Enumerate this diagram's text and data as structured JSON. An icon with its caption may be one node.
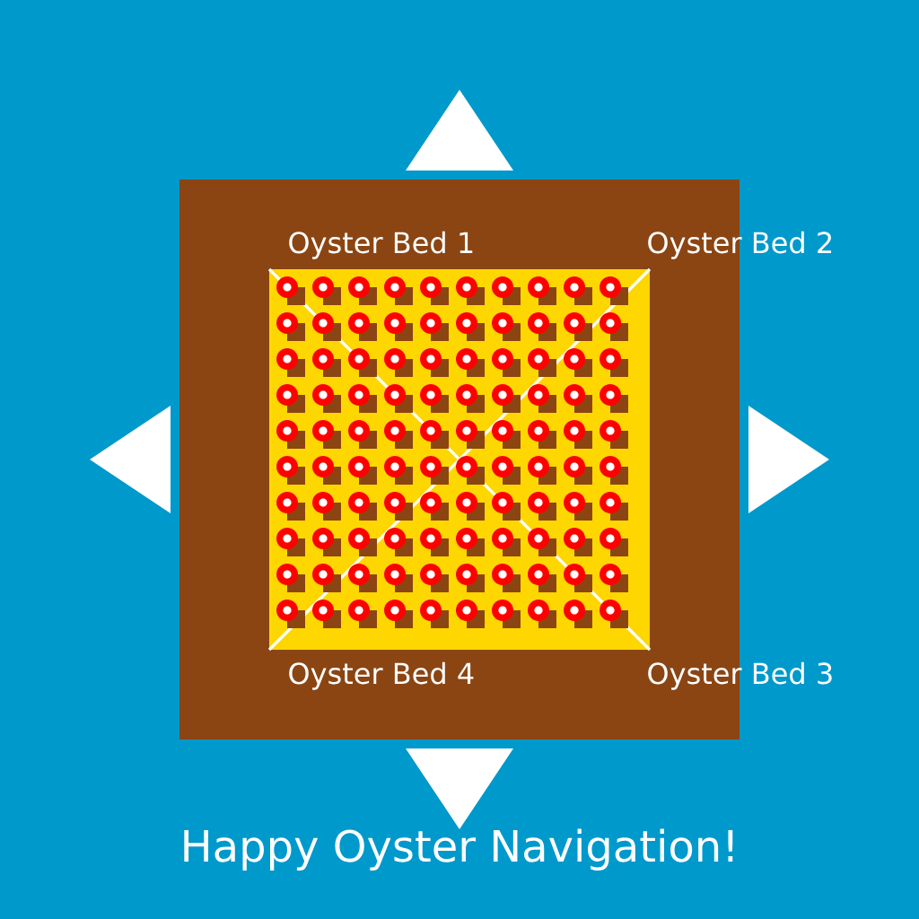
{
  "diagram": {
    "title": "Happy Oyster Navigation!",
    "nodes": [
      {
        "text": [
          "Oyster Bed 1",
          "Oyster Bed 2",
          "Oyster Bed 4",
          "Oyster Bed 3"
        ]
      },
      {
        "text": [],
        "shape": "box",
        "in": 0
      }
    ]
  }
}
